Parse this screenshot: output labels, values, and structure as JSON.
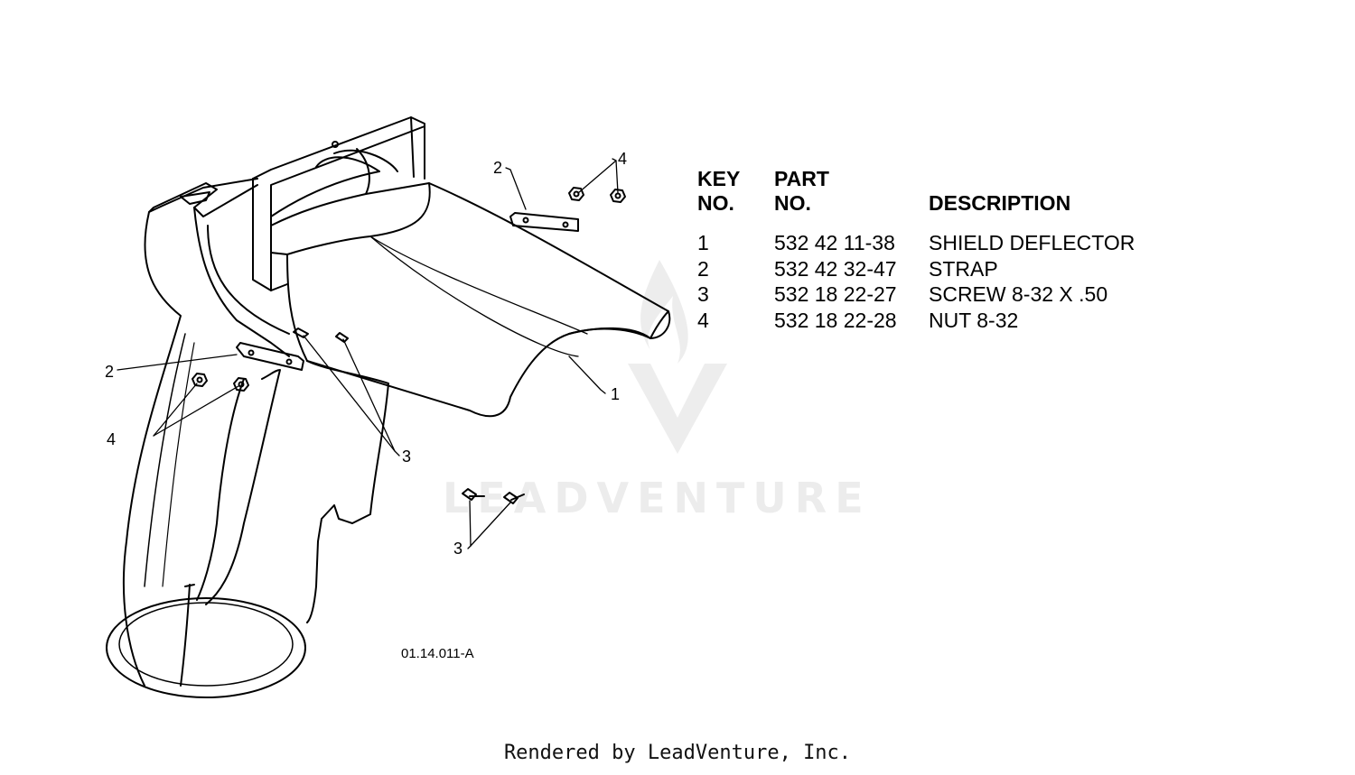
{
  "table": {
    "headers": {
      "key_line1": "KEY",
      "key_line2": "NO.",
      "part_line1": "PART",
      "part_line2": "NO.",
      "description": "DESCRIPTION"
    },
    "rows": [
      {
        "key": "1",
        "part": "532 42 11-38",
        "description": "SHIELD DEFLECTOR"
      },
      {
        "key": "2",
        "part": "532 42 32-47",
        "description": "STRAP"
      },
      {
        "key": "3",
        "part": "532 18 22-27",
        "description": "SCREW 8-32 X .50"
      },
      {
        "key": "4",
        "part": "532 18 22-28",
        "description": "NUT 8-32"
      }
    ]
  },
  "callouts": {
    "item1": "1",
    "item2_top": "2",
    "item2_left": "2",
    "item3_mid": "3",
    "item3_bottom": "3",
    "item4_top": "4",
    "item4_left": "4"
  },
  "diagram_code": "01.14.011-A",
  "watermark_text": "LEADVENTURE",
  "footer": "Rendered by LeadVenture, Inc.",
  "colors": {
    "line": "#000000",
    "watermark": "#ececec",
    "background": "#ffffff"
  },
  "icons": [
    "leadventure-logo-icon"
  ]
}
